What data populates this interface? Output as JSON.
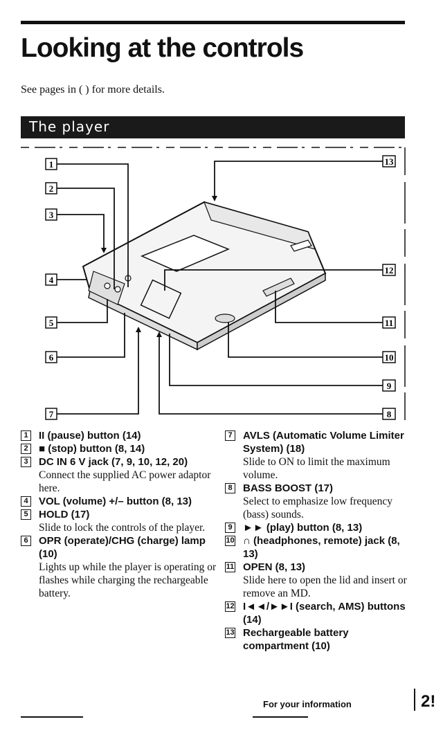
{
  "page": {
    "title": "Looking at the controls",
    "subtitle": "See pages in ( ) for more details.",
    "section_title": "The player",
    "footer_text": "For your information",
    "page_number": "2!"
  },
  "diagram": {
    "callouts": [
      "1",
      "2",
      "3",
      "4",
      "5",
      "6",
      "7",
      "8",
      "9",
      "10",
      "11",
      "12",
      "13"
    ]
  },
  "legend": {
    "left": [
      {
        "num": "1",
        "label": "II (pause) button (14)",
        "desc": ""
      },
      {
        "num": "2",
        "label": "■ (stop) button (8, 14)",
        "desc": ""
      },
      {
        "num": "3",
        "label": "DC IN 6 V jack (7, 9, 10, 12, 20)",
        "desc": "Connect the supplied AC power adaptor here."
      },
      {
        "num": "4",
        "label": "VOL (volume) +/– button (8, 13)",
        "desc": ""
      },
      {
        "num": "5",
        "label": "HOLD (17)",
        "desc": "Slide to lock the controls of the player."
      },
      {
        "num": "6",
        "label": "OPR (operate)/CHG (charge) lamp (10)",
        "desc": "Lights up while the player is operating or flashes while charging the rechargeable battery."
      }
    ],
    "right": [
      {
        "num": "7",
        "label": "AVLS (Automatic Volume Limiter System) (18)",
        "desc": "Slide to ON to limit the maximum volume."
      },
      {
        "num": "8",
        "label": "BASS BOOST (17)",
        "desc": "Select to emphasize low frequency (bass) sounds."
      },
      {
        "num": "9",
        "label": "►► (play) button (8, 13)",
        "desc": ""
      },
      {
        "num": "10",
        "label": "∩ (headphones, remote) jack (8, 13)",
        "desc": ""
      },
      {
        "num": "11",
        "label": "OPEN (8, 13)",
        "desc": "Slide here to open the lid and insert or remove an MD."
      },
      {
        "num": "12",
        "label": "I◄◄/►►I (search, AMS) buttons (14)",
        "desc": ""
      },
      {
        "num": "13",
        "label": "Rechargeable battery compartment (10)",
        "desc": ""
      }
    ]
  }
}
